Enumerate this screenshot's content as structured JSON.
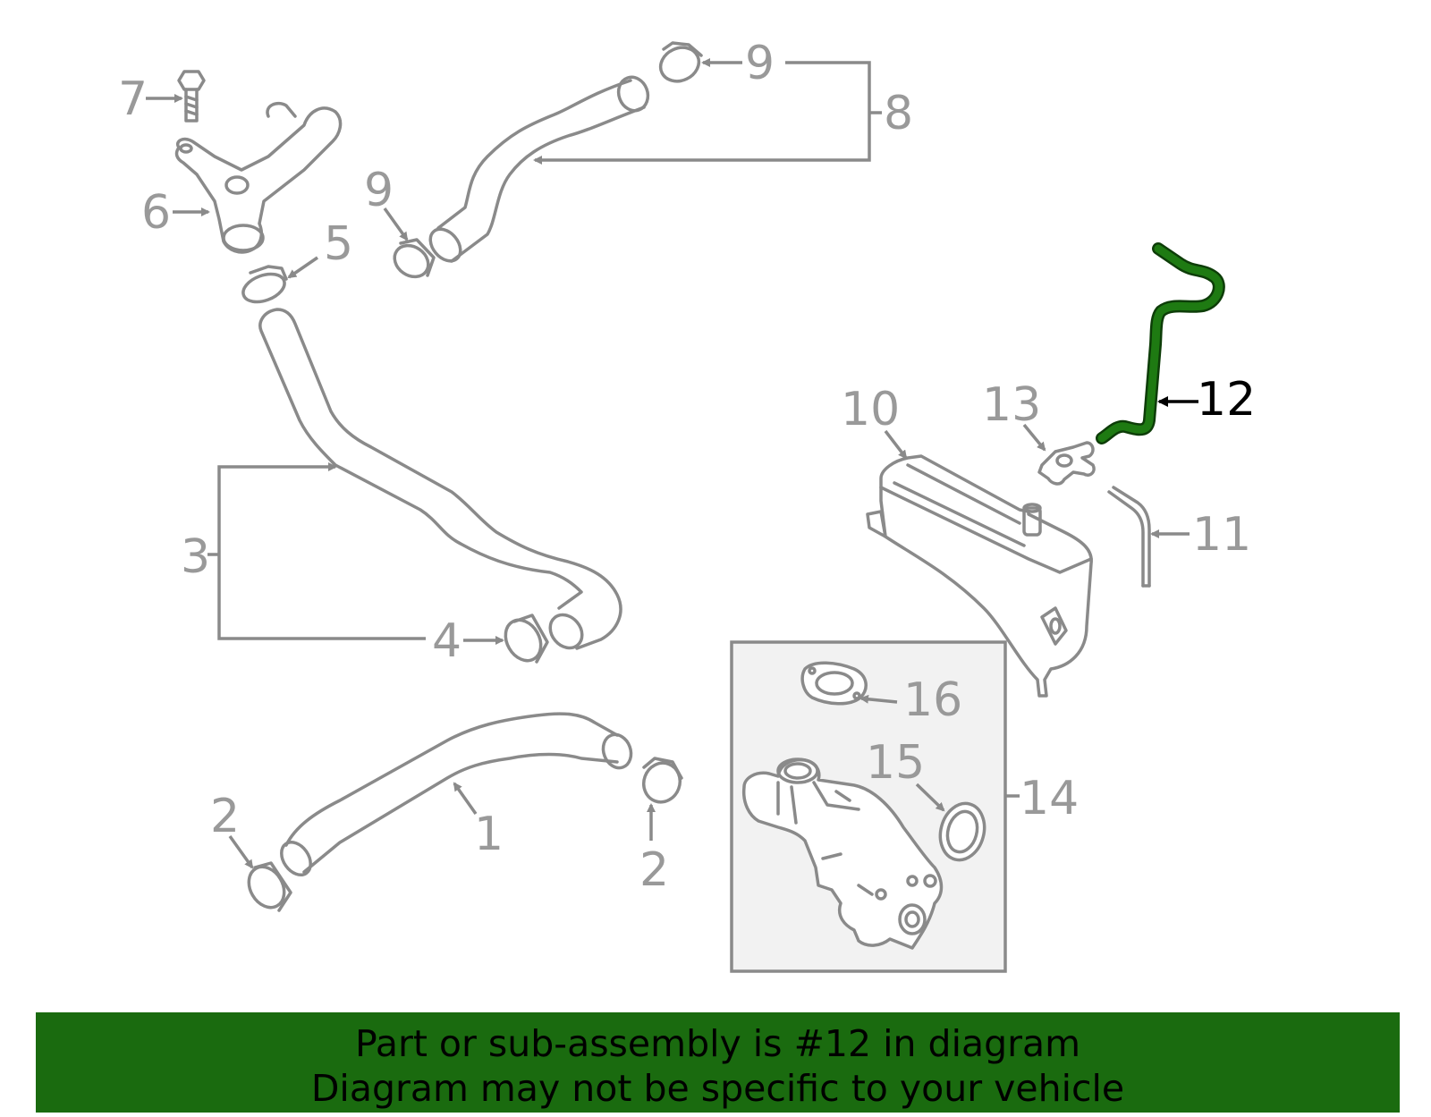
{
  "diagram": {
    "labels": {
      "n1": "1",
      "n2a": "2",
      "n2b": "2",
      "n3": "3",
      "n4": "4",
      "n5": "5",
      "n6": "6",
      "n7": "7",
      "n8": "8",
      "n9a": "9",
      "n9b": "9",
      "n10": "10",
      "n11": "11",
      "n12": "12",
      "n13": "13",
      "n14": "14",
      "n15": "15",
      "n16": "16"
    },
    "highlighted_part": "12",
    "highlight_color": "#1a6b0f",
    "banner_color": "#1a6b0f"
  },
  "banner": {
    "line1": "Part or sub-assembly is #12 in diagram",
    "line2": "Diagram may not be specific to your vehicle"
  }
}
